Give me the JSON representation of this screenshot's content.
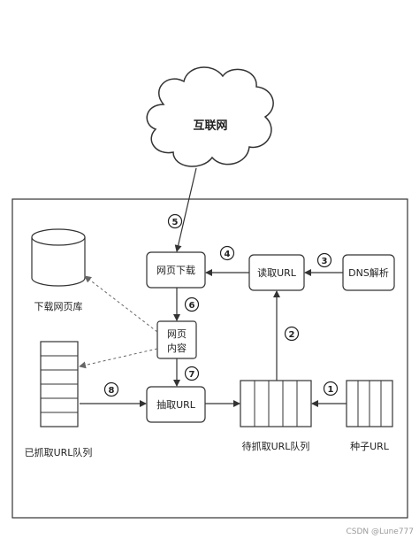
{
  "diagram": {
    "cloud_label": "互联网",
    "nodes": {
      "download": "网页下载",
      "read_url": "读取URL",
      "dns": "DNS解析",
      "content_line1": "网页",
      "content_line2": "内容",
      "extract": "抽取URL",
      "library": "下载网页库",
      "crawled_queue": "已抓取URL队列",
      "pending_queue": "待抓取URL队列",
      "seed": "种子URL"
    },
    "steps": [
      "5",
      "4",
      "3",
      "6",
      "2",
      "7",
      "8",
      "1"
    ]
  },
  "watermark": "CSDN @Lune777",
  "colors": {
    "stroke": "#333333",
    "dashed": "#666666",
    "text": "#222222"
  }
}
